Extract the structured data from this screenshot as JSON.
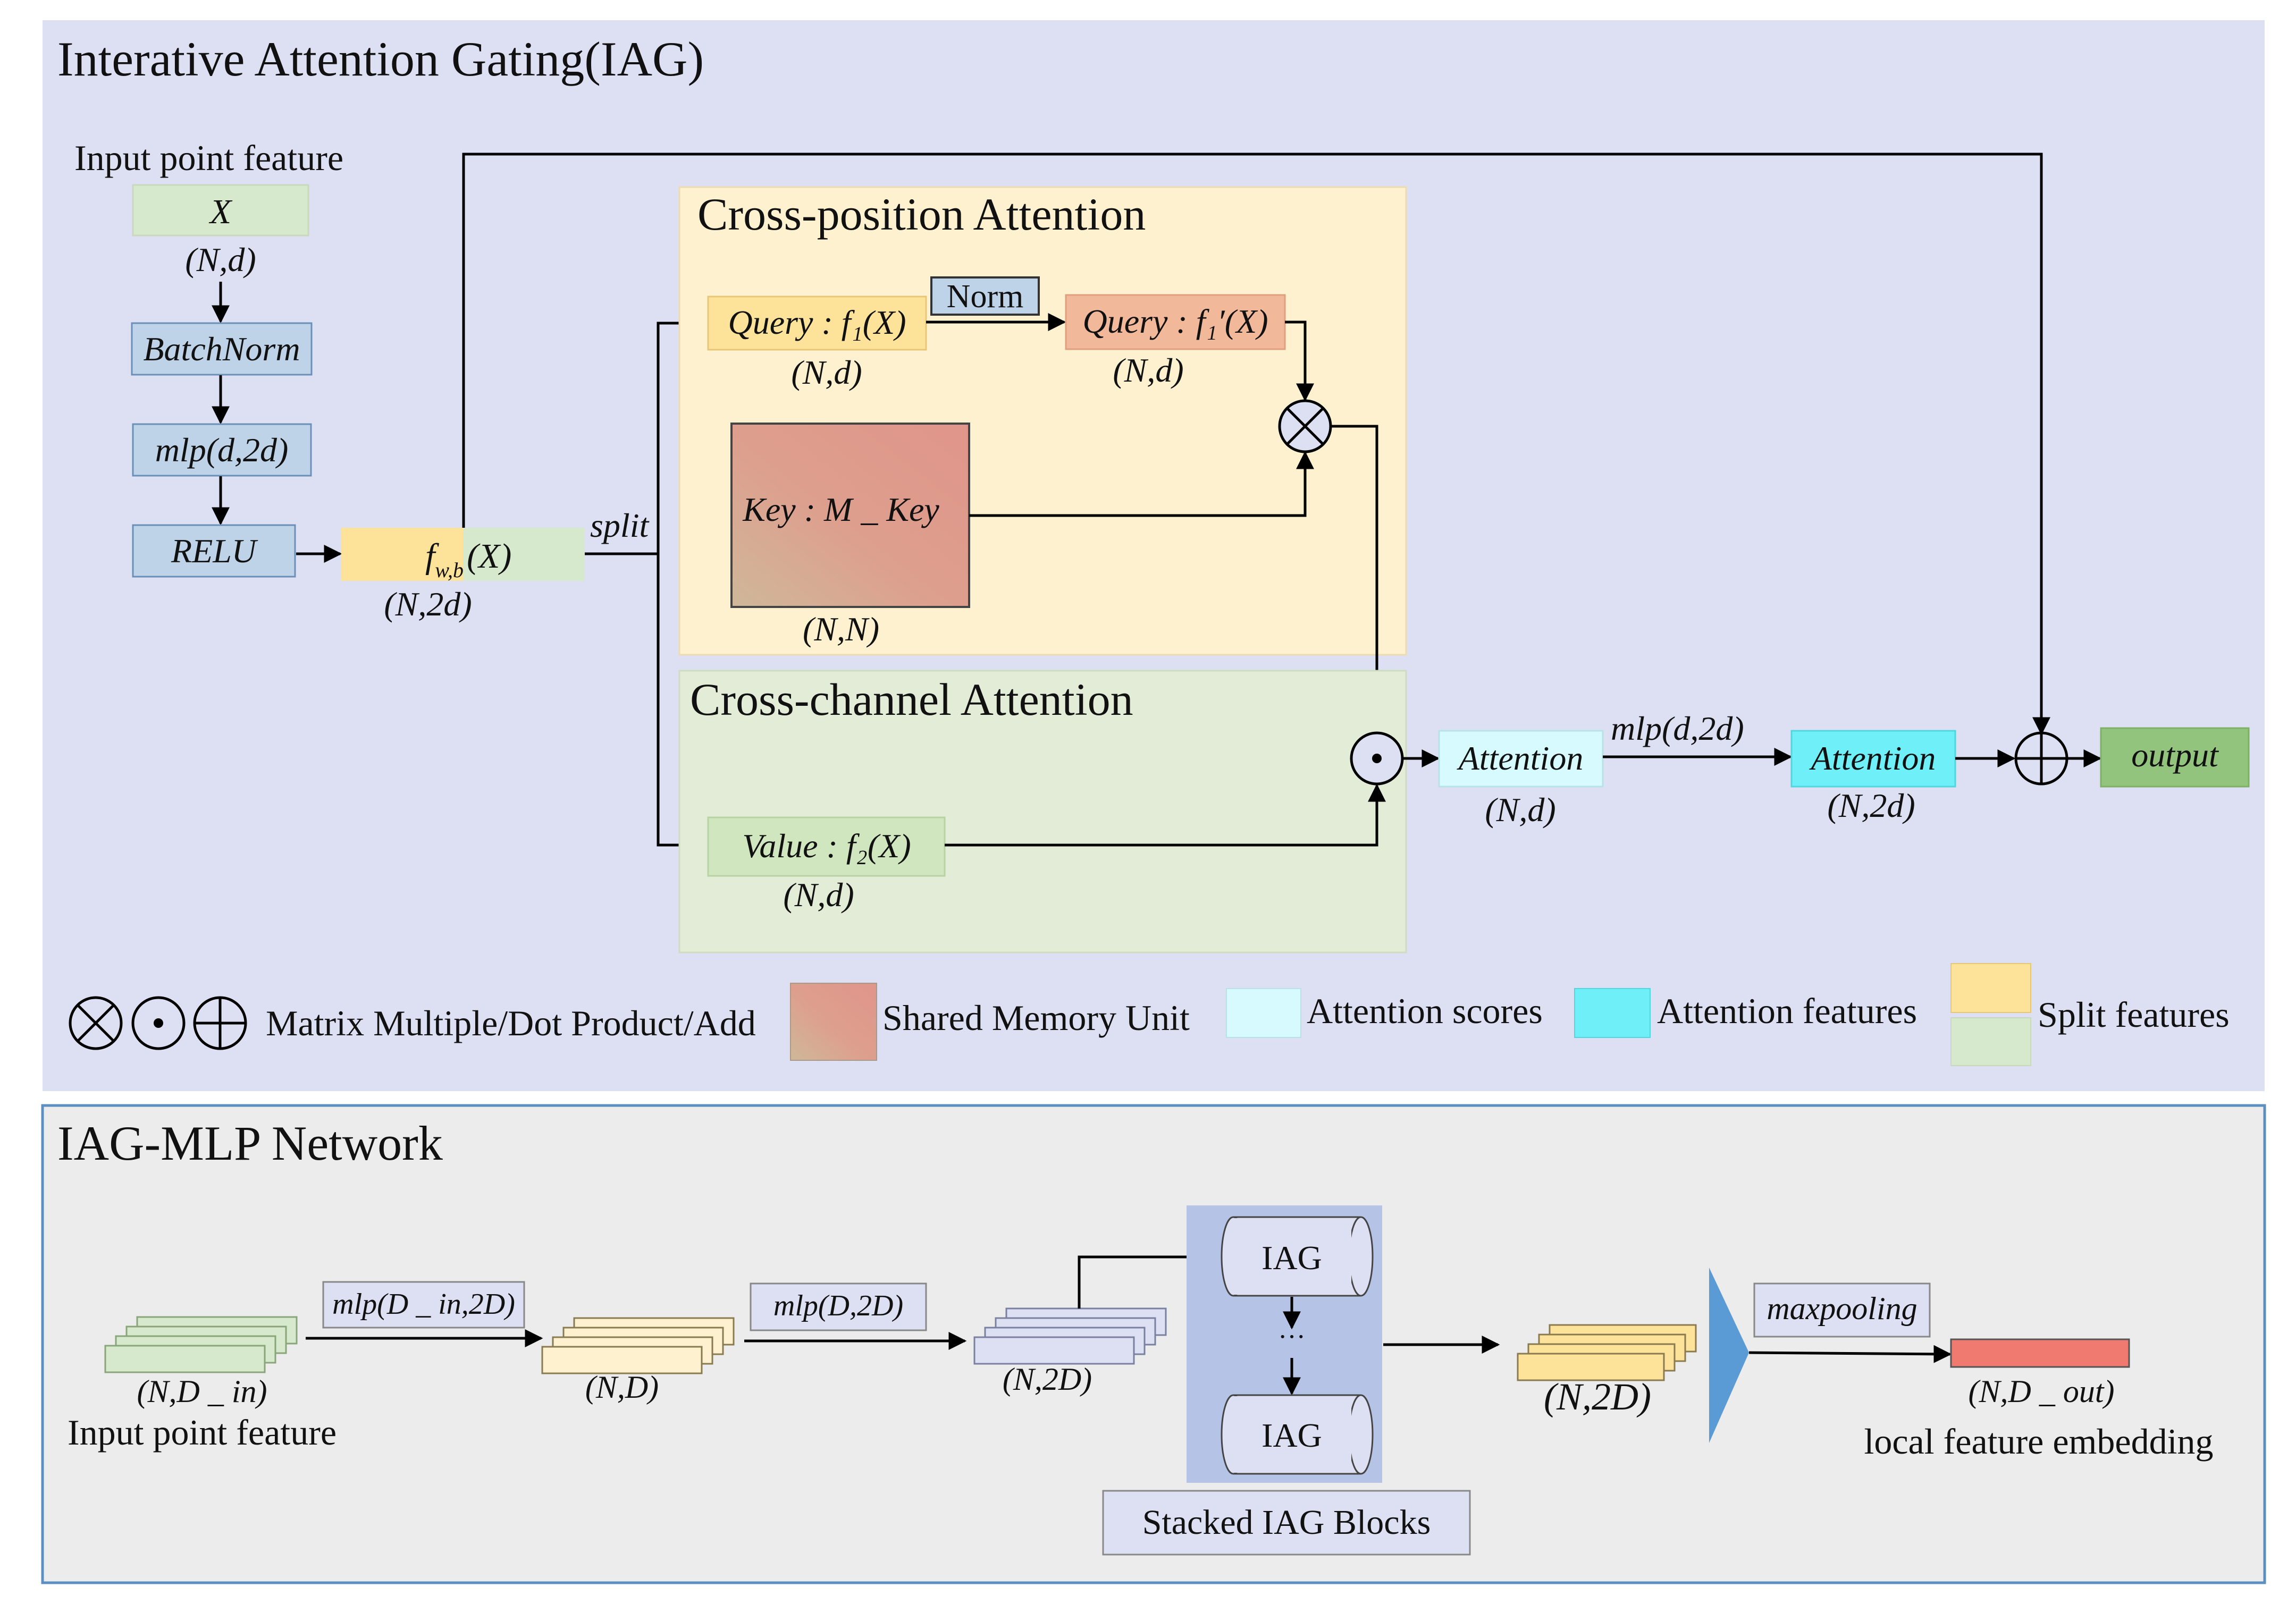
{
  "iag": {
    "title": "Interative Attention Gating(IAG)",
    "input_label": "Input point feature",
    "x_box": "X",
    "x_dim": "(N,d)",
    "batchnorm": "BatchNorm",
    "mlp_box": "mlp(d,2d)",
    "relu": "RELU",
    "f_main": "f",
    "f_sub": "w,b",
    "f_arg": "(X)",
    "f_dim": "(N,2d)",
    "split_label": "split",
    "cross_position": {
      "title": "Cross-position Attention",
      "query_box": "Query : f₁(X)",
      "query_dim": "(N,d)",
      "norm": "Norm",
      "query2_box": "Query : f₁′(X)",
      "query2_dim": "(N,d)",
      "key_box": "Key : M _ Key",
      "key_dim": "(N,N)"
    },
    "cross_channel": {
      "title": "Cross-channel Attention",
      "value_box": "Value : f₂(X)",
      "value_dim": "(N,d)"
    },
    "attention_scores_box": "Attention",
    "attention_scores_dim": "(N,d)",
    "mlp_edge": "mlp(d,2d)",
    "attention_features_box": "Attention",
    "attention_features_dim": "(N,2d)",
    "output_box": "output"
  },
  "legend": {
    "ops": "Matrix Multiple/Dot Product/Add",
    "shared_memory": "Shared Memory Unit",
    "attention_scores": "Attention scores",
    "attention_features": "Attention features",
    "split_features": "Split features"
  },
  "network": {
    "title": "IAG-MLP Network",
    "input_dim": "(N,D _ in)",
    "input_label": "Input point feature",
    "mlp1": "mlp(D _ in,2D)",
    "dim2": "(N,D)",
    "mlp2": "mlp(D,2D)",
    "dim3": "(N,2D)",
    "iag_block": "IAG",
    "ellipsis": "···",
    "stack_label": "Stacked IAG Blocks",
    "dim4": "(N,2D)",
    "maxpooling": "maxpooling",
    "out_dim": "(N,D _ out)",
    "out_label": "local feature embedding"
  },
  "colors": {
    "top_panel": "#dde0f2",
    "bottom_panel": "#ececec",
    "blue_box": "#bed3e8",
    "green_box": "#d7e9cc",
    "yellow_box": "#fde39a",
    "orange_box": "#f2b89a",
    "cross_position_bg": "#fdf1cf",
    "cross_channel_bg": "#e3ecd6",
    "attention_scores": "#d6fafd",
    "attention_features": "#6ff0f8",
    "output": "#93c47d",
    "memory_red": "#e0958a",
    "memory_tan": "#d7b19c",
    "out_red": "#f07a70",
    "stack_bg": "#b5c4e6",
    "triangle": "#5b9bd5"
  }
}
